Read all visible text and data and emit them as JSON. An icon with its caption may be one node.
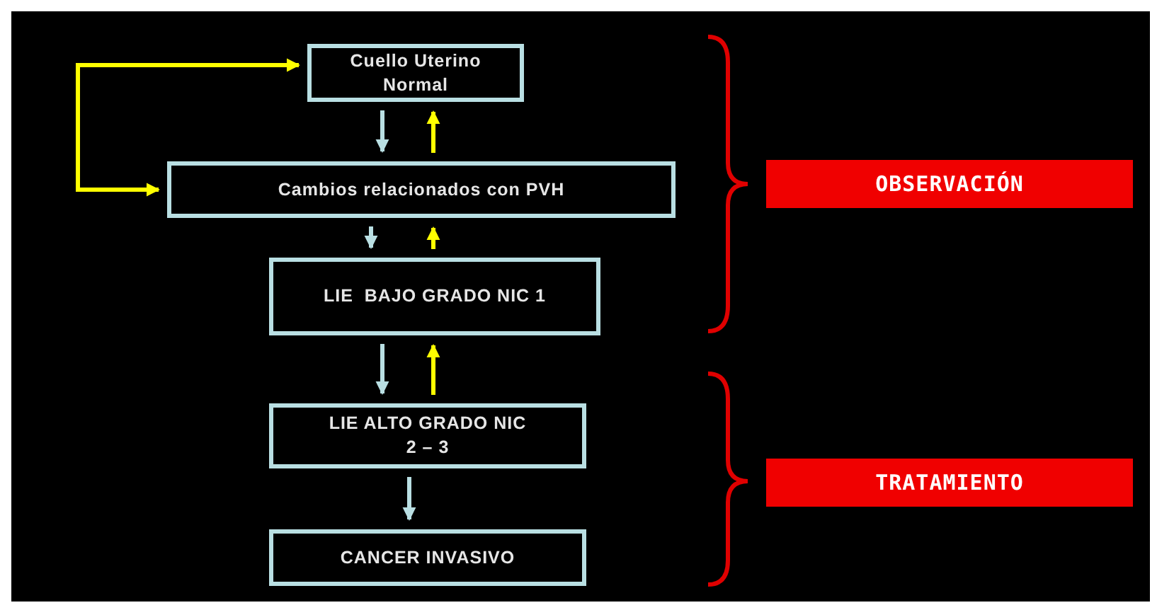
{
  "diagram": {
    "nodes": [
      {
        "text": [
          "Cuello Uterino Normal"
        ]
      },
      {
        "text": [
          "Cambios relacionados con PVH"
        ]
      },
      {
        "text": [
          "LIE  BAJO GRADO NIC 1"
        ]
      },
      {
        "text": [
          "LIE ALTO GRADO NIC 2 – 3"
        ]
      },
      {
        "text": [
          "CANCER INVASIVO"
        ]
      },
      {
        "text": [
          "OBSERVACIÓN"
        ]
      },
      {
        "text": [
          "TRATAMIENTO"
        ]
      }
    ],
    "edges": [
      {
        "from": 0,
        "to": 1,
        "arrow": "to"
      },
      {
        "from": 1,
        "to": 0,
        "arrow": "to",
        "color": "#ffff00"
      },
      {
        "from": 1,
        "to": 2,
        "arrow": "to"
      },
      {
        "from": 2,
        "to": 1,
        "arrow": "to",
        "color": "#ffff00"
      },
      {
        "from": 2,
        "to": 3,
        "arrow": "to"
      },
      {
        "from": 3,
        "to": 2,
        "arrow": "to",
        "color": "#ffff00"
      },
      {
        "from": 3,
        "to": 4,
        "arrow": "to"
      },
      {
        "from": 1,
        "to": 0,
        "arrow": "both",
        "color": "#ffff00"
      }
    ]
  }
}
